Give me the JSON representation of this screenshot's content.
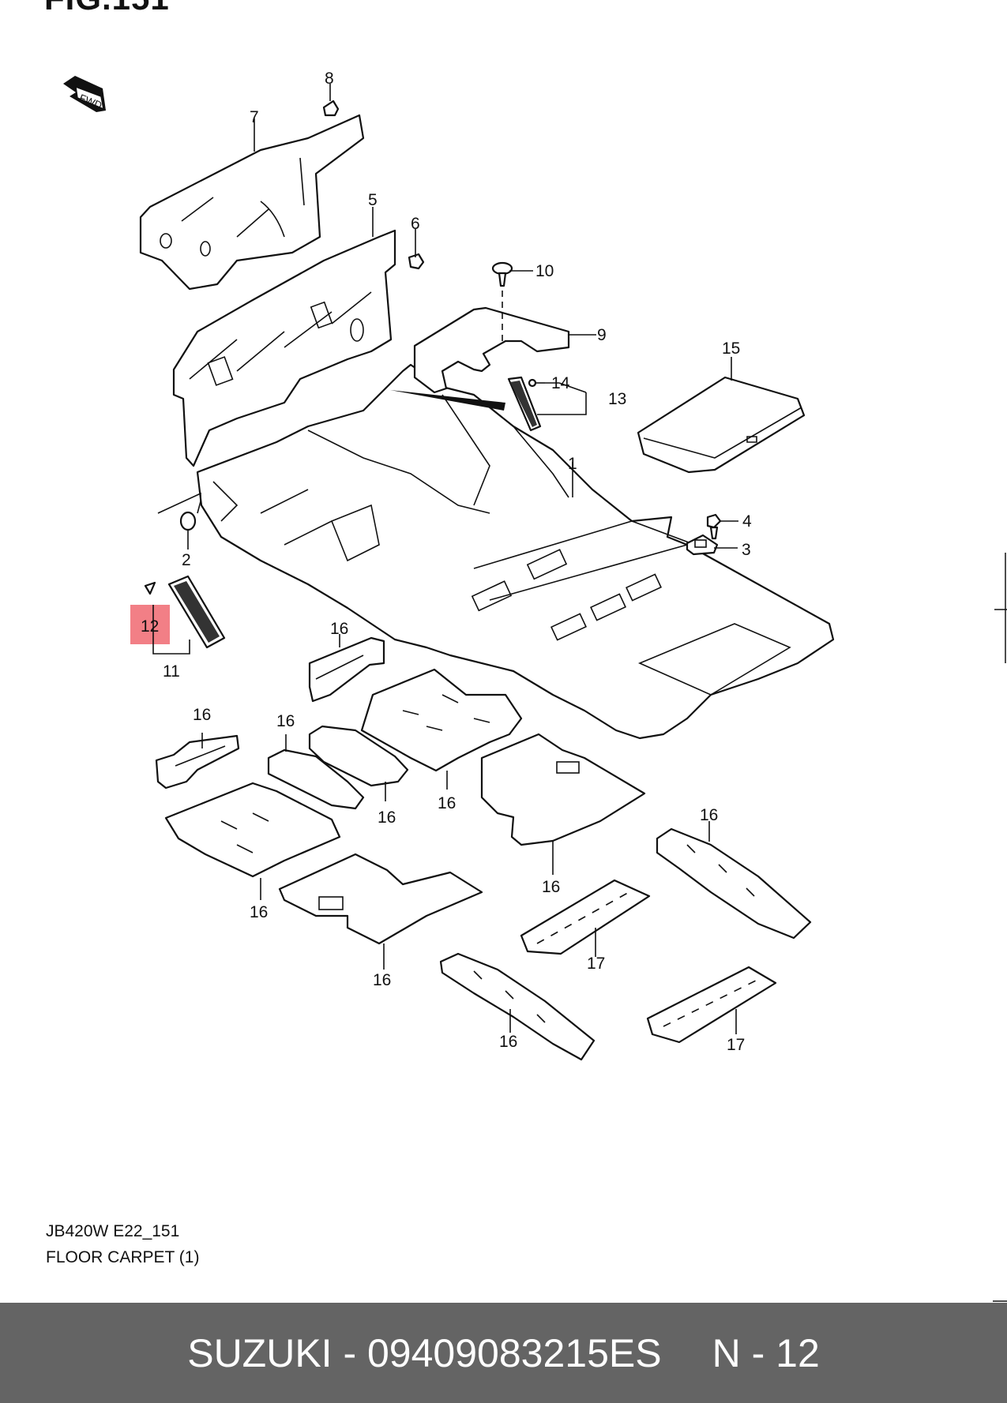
{
  "figure": {
    "title_partial": "FIG.151"
  },
  "arrow": {
    "label": "FWD"
  },
  "callouts": [
    "1",
    "2",
    "3",
    "4",
    "5",
    "6",
    "7",
    "8",
    "9",
    "10",
    "11",
    "12",
    "13",
    "14",
    "15",
    "16",
    "17"
  ],
  "highlight": {
    "label": "12",
    "color": "#f27f86"
  },
  "footer": {
    "code": "JB420W E22_151",
    "name": "FLOOR CARPET (1)"
  },
  "bar": {
    "brand_part": "SUZUKI - 09409083215ES",
    "ref": "N - 12",
    "color": "#646464"
  }
}
